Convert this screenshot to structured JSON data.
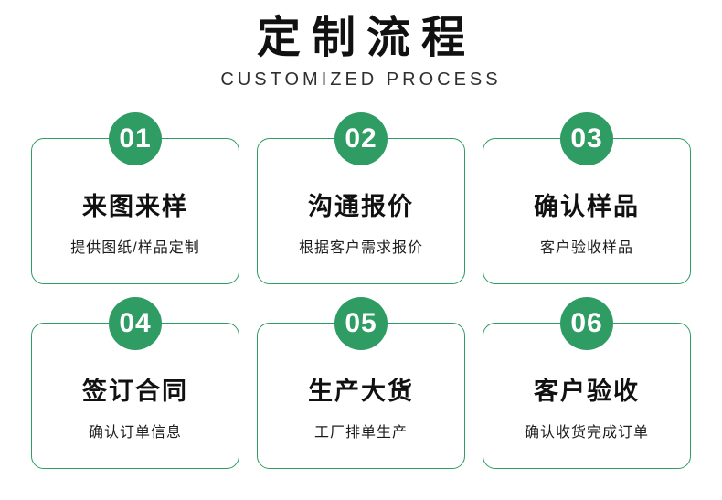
{
  "header": {
    "title": "定制流程",
    "subtitle": "CUSTOMIZED PROCESS"
  },
  "theme": {
    "green": "#2e9c63",
    "text": "#111111",
    "background": "#ffffff"
  },
  "steps": [
    {
      "number": "01",
      "title": "来图来样",
      "desc": "提供图纸/样品定制"
    },
    {
      "number": "02",
      "title": "沟通报价",
      "desc": "根据客户需求报价"
    },
    {
      "number": "03",
      "title": "确认样品",
      "desc": "客户验收样品"
    },
    {
      "number": "04",
      "title": "签订合同",
      "desc": "确认订单信息"
    },
    {
      "number": "05",
      "title": "生产大货",
      "desc": "工厂排单生产"
    },
    {
      "number": "06",
      "title": "客户验收",
      "desc": "确认收货完成订单"
    }
  ]
}
